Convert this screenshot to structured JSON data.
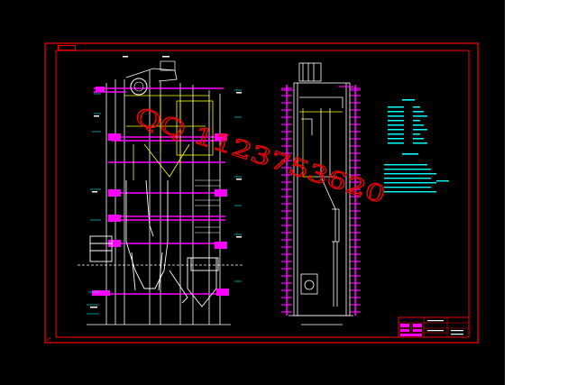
{
  "window": {
    "background": "#000000",
    "page_background": "#ffffff"
  },
  "sheet": {
    "frame_color": "#ff0000",
    "corner_label": ""
  },
  "colors": {
    "structure": "#ffffff",
    "platforms": "#ff00ff",
    "ducts": "#ffff00",
    "annotations": "#00ffff",
    "frame": "#ff0000",
    "watermark": "#ff0000"
  },
  "watermark": {
    "text": "QQ 1123753620",
    "color": "#ff0000"
  },
  "title_block": {
    "rows": 4,
    "columns": 4
  }
}
